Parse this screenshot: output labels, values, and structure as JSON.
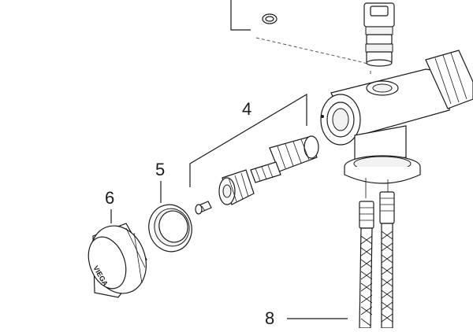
{
  "callouts": {
    "four": "4",
    "five": "5",
    "six": "6",
    "eight": "8"
  },
  "cap_marking": "VIEGA",
  "colors": {
    "line": "#1a1a1a",
    "background": "#ffffff"
  }
}
